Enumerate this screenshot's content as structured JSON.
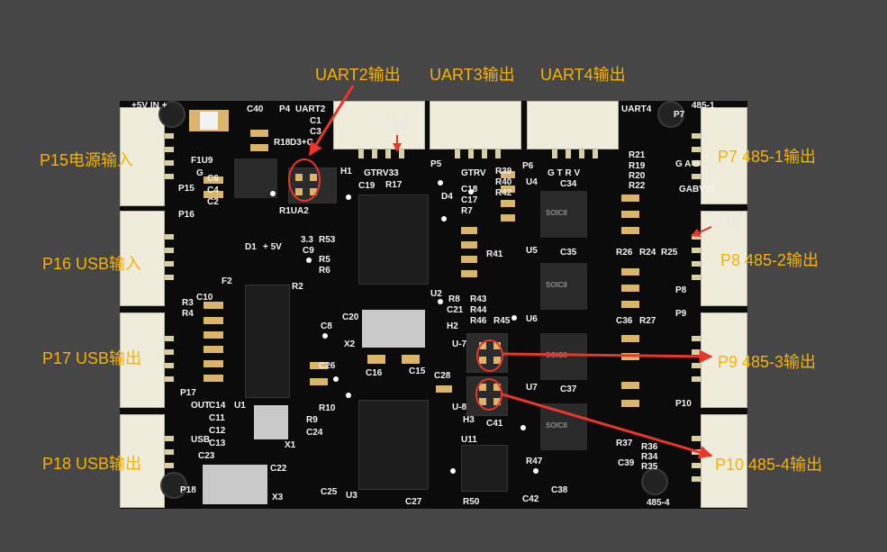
{
  "annotations": {
    "uart2": "UART2输出",
    "uart3": "UART3输出",
    "uart4": "UART4输出",
    "p15": "P15电源输入",
    "p16": "P16 USB输入",
    "p17": "P17 USB输出",
    "p18": "P18 USB输出",
    "p7": "P7 485-1输出",
    "p8": "P8 485-2输出",
    "p9": "P9 485-3输出",
    "p10": "P10 485-4输出",
    "v33_top": "V33",
    "v33_right": "V33"
  },
  "silkscreen": {
    "plus5v_in": "+5V IN +",
    "c40": "C40",
    "p4": "P4",
    "uart2": "UART2",
    "uart4": "UART4",
    "p7": "P7",
    "label_485_1": "485-1",
    "c1": "C1",
    "c3": "C3",
    "d3c": "D3+C",
    "r18": "R18",
    "f1u9": "F1U9",
    "g": "G",
    "c6": "C6",
    "c4": "C4",
    "c2": "C2",
    "p15": "P15",
    "h1": "H1",
    "gtrv33": "GTRV33",
    "r17": "R17",
    "p5": "P5",
    "d4": "D4",
    "gtrv": "GTRV",
    "r39": "R39",
    "r40": "R40",
    "r42": "R42",
    "p6": "P6",
    "gtrv_sp": "G T R V",
    "c34": "C34",
    "u4": "U4",
    "r21": "R21",
    "r19": "R19",
    "r20": "R20",
    "r22": "R22",
    "gab": "G A B",
    "c19": "C19",
    "c18": "C18",
    "c17": "C17",
    "r7": "R7",
    "r1ua2": "R1UA2",
    "p16": "P16",
    "d1": "D1",
    "plus5v": "+ 5V",
    "v33": "3.3",
    "r53": "R53",
    "c9": "C9",
    "r5": "R5",
    "r6": "R6",
    "f2": "F2",
    "gabv33": "GABV33",
    "r26": "R26",
    "r24": "R24",
    "r25": "R25",
    "u5": "U5",
    "c35": "C35",
    "r41": "R41",
    "r3": "R3",
    "r4": "R4",
    "c10": "C10",
    "r2": "R2",
    "u2": "U2",
    "r8": "R8",
    "c21": "C21",
    "r43": "R43",
    "r44": "R44",
    "r46": "R46",
    "r45": "R45",
    "p8": "P8",
    "p9": "P9",
    "c36": "C36",
    "r27": "R27",
    "u6": "U6",
    "h2": "H2",
    "u7_label": "U-7",
    "p17": "P17",
    "c8": "C8",
    "x2": "X2",
    "c20": "C20",
    "c26": "C26",
    "c16": "C16",
    "c15": "C15",
    "c28": "C28",
    "u7": "U7",
    "c37": "C37",
    "p10": "P10",
    "u8_label": "U-8",
    "h3": "H3",
    "c14": "C14",
    "u1": "U1",
    "c11": "C11",
    "c12": "C12",
    "c13": "C13",
    "r10": "R10",
    "r9": "R9",
    "c24": "C24",
    "x1": "X1",
    "c41": "C41",
    "u11": "U11",
    "r37": "R37",
    "r36": "R36",
    "r34": "R34",
    "r35": "R35",
    "c23": "C23",
    "c22": "C22",
    "r47": "R47",
    "c39": "C39",
    "p18": "P18",
    "x3": "X3",
    "c25": "C25",
    "u3": "U3",
    "c27": "C27",
    "r50": "R50",
    "c42": "C42",
    "c38": "C38",
    "label_485_4": "485-4",
    "out": "OUT",
    "usb": "USB",
    "soic8": "SOIC8"
  },
  "colors": {
    "annotation": "#f7b200",
    "arrow": "#e8362a",
    "board": "#0b0b0b",
    "background": "#464646",
    "silkscreen": "#f2f2f2",
    "connector": "#efecdc"
  }
}
